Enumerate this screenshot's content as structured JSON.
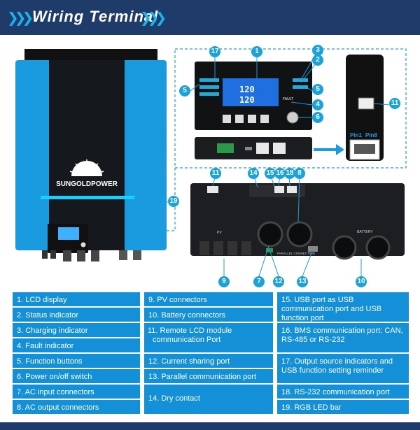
{
  "header": {
    "title": "Wiring Terminal",
    "left_chevrons": "❯❯❯",
    "right_chevrons": "❯❯❯"
  },
  "device": {
    "brand": "SUNGOLDPOWER"
  },
  "callouts": [
    "1",
    "2",
    "3",
    "4",
    "5",
    "5",
    "6",
    "11",
    "17",
    "11",
    "14",
    "15",
    "16",
    "18",
    "8",
    "19",
    "9",
    "7",
    "12",
    "13",
    "10"
  ],
  "pins": {
    "pin1": "Pin1",
    "pin8": "Pin8"
  },
  "panel_labels": {
    "fault": "FAULT",
    "pv": "PV",
    "battery": "BATTERY",
    "parallel": "PARALLEL CONNECTION",
    "lcd_value": "120"
  },
  "legend": {
    "col1": [
      "1. LCD display",
      "2. Status indicator",
      "3. Charging indicator",
      "4. Fault indicator",
      "5. Function buttons",
      "6. Power on/off switch",
      "7. AC input connectors",
      "8. AC output connectors"
    ],
    "col2": [
      "9. PV connectors",
      "10. Battery connectors",
      "11. Remote LCD module communication Port",
      "12. Current sharing port",
      "13. Parallel communication port",
      "14. Dry contact"
    ],
    "col3": [
      "15. USB port as USB communication port and USB function port",
      "16. BMS communication port: CAN, RS-485 or RS-232",
      "17. Output source indicators and USB function setting reminder",
      "18. RS-232 communication port",
      "19. RGB LED bar"
    ]
  },
  "colors": {
    "header_bg": "#1f3b69",
    "accent": "#19b4ef",
    "legend_bg": "#1390d8",
    "badge": "#1aa3d8"
  }
}
